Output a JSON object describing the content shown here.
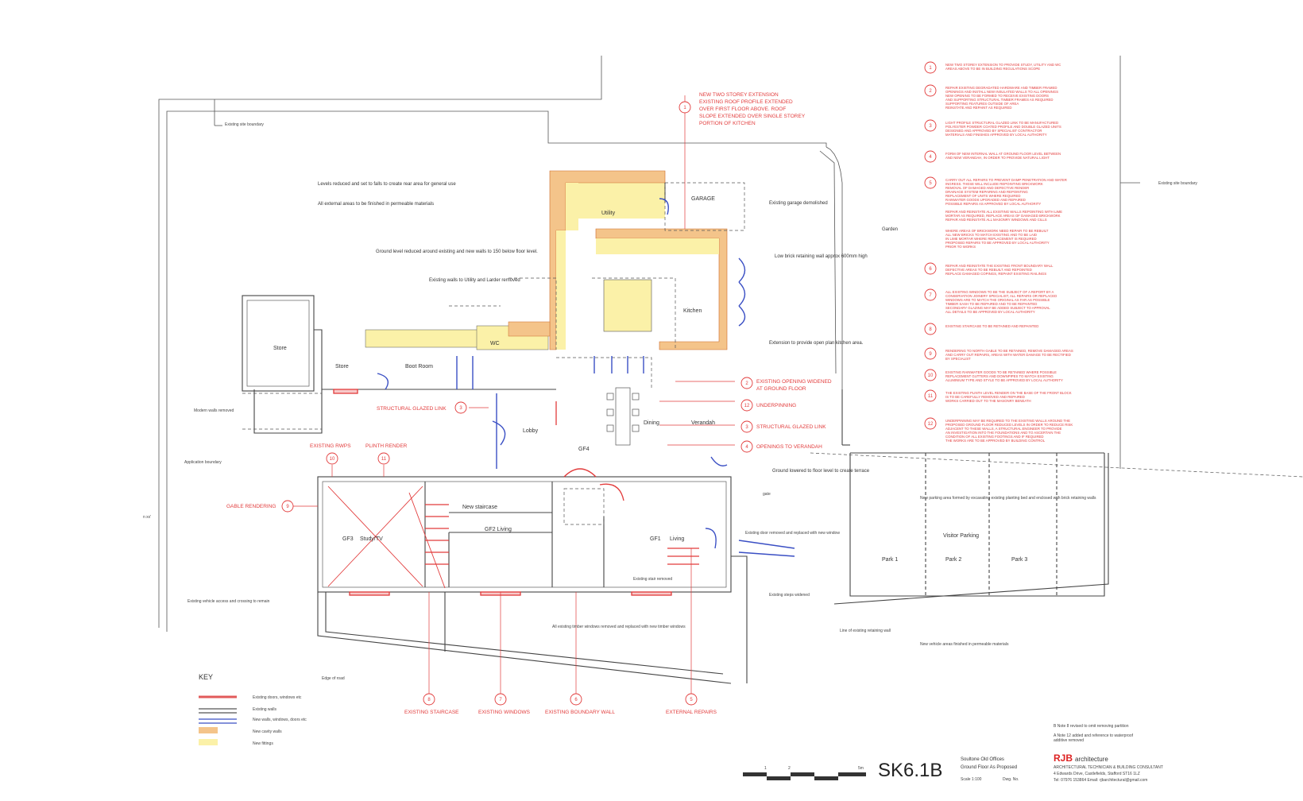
{
  "notes_top": [
    "Levels reduced and set to falls to create rear area for general use",
    "All external areas to be finished in permeable materials",
    "Ground level reduced around existing and new walls to 150 below floor level.",
    "Existing walls to Utility and Larder removed",
    "Existing site boundary",
    "Existing garage demolished",
    "Low brick retaining wall approx 600mm high",
    "Extension to provide open plan kitchen area.",
    "Garden",
    "Existing site boundary"
  ],
  "notes_left": [
    "Modern walls removed",
    "Application boundary",
    "Existing vehicle access and crossing to remain",
    "Edge of road"
  ],
  "notes_bottom": [
    "Ground lowered to floor level to create terrace",
    "gate",
    "New parking area formed by excavating existing planting bed and enclosed with brick retaining walls",
    "Existing door removed and replaced with new window",
    "Existing steps widened",
    "Existing stair removed",
    "All existing timber windows removed and replaced with new timber windows",
    "Line of existing retaining wall",
    "New vehicle areas finished in permeable materials"
  ],
  "rooms": {
    "utility": "Utility",
    "garage": "GARAGE",
    "kitchen": "Kitchen",
    "store1": "Store",
    "store2": "Store",
    "bootroom": "Boot Room",
    "wc": "WC",
    "lobby": "Lobby",
    "dining": "Dining",
    "verandah": "Verandah",
    "gf4": "GF4",
    "gf3": "GF3",
    "study": "Study/TV",
    "new_staircase": "New staircase",
    "gf2": "GF2 Living",
    "gf1": "GF1",
    "living": "Living",
    "visitor_parking": "Visitor Parking",
    "park1": "Park 1",
    "park2": "Park 2",
    "park3": "Park 3"
  },
  "red_callouts": {
    "c1_num": "1",
    "c1_lines": [
      "NEW TWO STOREY EXTENSION",
      "EXISTING ROOF PROFILE EXTENDED",
      "OVER FIRST FLOOR ABOVE. ROOF",
      "SLOPE EXTENDED OVER SINGLE STOREY",
      "PORTION OF KITCHEN"
    ],
    "c2_num": "2",
    "c2_lines": [
      "EXISTING OPENING WIDENED",
      "AT GROUND FLOOR"
    ],
    "c12_num": "12",
    "c12_text": "UNDERPINNING",
    "c3_num": "3",
    "c3_text": "STRUCTURAL GLAZED LINK",
    "c4_num": "4",
    "c4_text": "OPENINGS TO VERANDAH",
    "c3b_num": "3",
    "c3b_text": "STRUCTURAL GLAZED LINK",
    "c10_num": "10",
    "c10_text": "EXISTING RWPS",
    "c11_num": "11",
    "c11_text": "PLINTH RENDER",
    "c9_num": "9",
    "c9_text": "GABLE RENDERING",
    "c8_num": "8",
    "c8_text": "EXISTING STAIRCASE",
    "c7_num": "7",
    "c7_text": "EXISTING WINDOWS",
    "c6_num": "6",
    "c6_text": "EXISTING BOUNDARY WALL",
    "c5_num": "5",
    "c5_text": "EXTERNAL REPAIRS"
  },
  "right_notes": [
    {
      "num": "1",
      "lines": [
        "NEW TWO STOREY EXTENSION TO PROVIDE STUDY, UTILITY AND WC",
        "AREAS ABOVE TO BE IN BUILDING REGULATIONS SCOPE"
      ]
    },
    {
      "num": "2",
      "lines": [
        "REPAIR EXISTING DEGRADATED HARDWARE AND TIMBER FRAMED",
        "OPENINGS AND INSTALL NEW INSULATED WALLS TO ALL OPENINGS",
        "NEW OPENING TO BE FORMED TO RECEIVE EXISTING DOORS",
        "AND SUPPORTING STRUCTURAL TIMBER FRAMES AS REQUIRED",
        "SUPPORTING FEATURES OUTSIDE OF AREA",
        "REINSTATE AND REPAINT AS REQUIRED"
      ]
    },
    {
      "num": "3",
      "lines": [
        "LIGHT PROFILE STRUCTURAL GLAZED LINK TO BE MANUFACTURED",
        "POLYESTER POWDER COATED PROFILE AND DOUBLE GLAZED UNITS",
        "DESIGNED AND APPROVED BY SPECIALIST CONTRACTOR",
        "MATERIALS AND FINISHES APPROVED BY LOCAL AUTHORITY"
      ]
    },
    {
      "num": "4",
      "lines": [
        "FORM OF NEW INTERNAL WALL AT GROUND FLOOR LEVEL BETWEEN",
        "AND NEW VERANDAH, IN ORDER TO PROVIDE NATURAL LIGHT"
      ]
    },
    {
      "num": "5",
      "lines": [
        "CARRY OUT ALL REPAIRS TO PREVENT DAMP PENETRATION AND WATER",
        "INGRESS. THESE WILL INCLUDE REPOINTING BRICKWORK",
        "REMOVAL OF DAMAGED AND DEFECTIVE RENDER",
        "DRAINAGE SYSTEM REPAIRING AND REPOINTING",
        "REPLACEMENT OF UNITS WHERE REQUIRED",
        "RAINWATER GOODS UPGRADED AND REPAIRED",
        "POSSIBLE REPAIRS AS APPROVED BY LOCAL AUTHORITY"
      ]
    },
    {
      "num": "",
      "lines": [
        "REPAIR AND REINSTATE ALL EXISTING WALLS REPOINTING WITH LIME",
        "MORTAR AS REQUIRED, REPLACE AREAS OF DAMAGED BRICKWORK",
        "REPAIR AND REINSTATE ALL MASONRY WINDOWS AND CILLS"
      ]
    },
    {
      "num": "",
      "lines": [
        "WHERE AREAS OF BRICKWORK NEED REPAIR TO BE REBUILT",
        "ALL NEW BRICKS TO MATCH EXISTING AND TO BE LAID",
        "IN LIME MORTAR WHERE REPLACEMENT IS REQUIRED",
        "PROPOSED REPAIRS TO BE APPROVED BY LOCAL AUTHORITY",
        "PRIOR TO WORKS"
      ]
    },
    {
      "num": "6",
      "lines": [
        "REPAIR AND REINSTATE THE EXISTING FRONT BOUNDARY WALL",
        "DEFECTIVE AREAS TO BE REBUILT AND REPOINTED",
        "REPLACE DAMAGED COPINGS, REPAINT EXISTING RAILINGS"
      ]
    },
    {
      "num": "7",
      "lines": [
        "ALL EXISTING WINDOWS TO BE THE SUBJECT OF A REPORT BY A",
        "CONSERVATION JOINERY SPECIALIST, ALL REPAIRS OR REPLACED",
        "WINDOWS ARE TO MATCH THE ORIGINAL AS FAR AS POSSIBLE",
        "TIMBER SASH TO BE REPAIRED AND TO BE REPAINTED",
        "SECONDARY GLAZING MAY BE ADDED SUBJECT TO APPROVAL",
        "ALL DETAILS TO BE APPROVED BY LOCAL AUTHORITY"
      ]
    },
    {
      "num": "8",
      "lines": [
        "EXISTING STAIRCASE TO BE RETAINED AND REPAINTED"
      ]
    },
    {
      "num": "9",
      "lines": [
        "RENDERING TO NORTH GABLE TO BE RETAINED, REMOVE DAMAGED AREAS",
        "AND CARRY OUT REPAIRS, AREAS WITH WATER DAMAGE TO BE RECTIFIED",
        "BY SPECIALIST"
      ]
    },
    {
      "num": "10",
      "lines": [
        "EXISTING RAINWATER GOODS TO BE RETAINED WHERE POSSIBLE",
        "REPLACEMENT GUTTERS AND DOWNPIPES TO MATCH EXISTING",
        "ALUMINIUM TYPE AND STYLE TO BE APPROVED BY LOCAL AUTHORITY"
      ]
    },
    {
      "num": "11",
      "lines": [
        "THE EXISTING PLINTH LEVEL RENDER ON THE BASE OF THE FRONT BLOCK",
        "IS TO BE CAREFULLY REMOVED AND REPAIRED",
        "WORKS CARRIED OUT TO THE MASONRY BENEATH"
      ]
    },
    {
      "num": "12",
      "lines": [
        "UNDERPINNING MAY BE REQUIRED TO THE EXISTING WALLS AROUND THE",
        "PROPOSED GROUND FLOOR REDUCED LEVELS IN ORDER TO REDUCE RISK",
        "ADJACENT TO THESE WALLS, A STRUCTURAL ENGINEER TO PROVIDE",
        "AN INVESTIGATION INTO THE FOUNDATIONS AND TO ASCERTAIN THE",
        "CONDITION OF ALL EXISTING FOOTINGS AND IF REQUIRED",
        "THE WORKS ARE TO BE APPROVED BY BUILDING CONTROL"
      ]
    }
  ],
  "key": {
    "title": "KEY",
    "items": [
      "Existing doors, windows etc",
      "Existing walls",
      "New walls, windows, doors etc",
      "New cavity walls",
      "New fittings"
    ],
    "colors": [
      "#e25a5a",
      "#555555",
      "#3a4fc4",
      "#f4c48a",
      "#fbf1a8"
    ]
  },
  "revisions": [
    "B  Note 8 revised to omit removing partition",
    "A  Note 12 added and reference to waterproof",
    "    additive removed"
  ],
  "title_block": {
    "drawing_no": "SK6.1B",
    "project": "Soultone Old Offices",
    "title": "Ground Floor As Proposed",
    "scale": "Scale 1:100",
    "dwg_no_label": "Dwg. No.",
    "scale_bar_labels": [
      "1",
      "2",
      "5m"
    ],
    "company_bold": "RJB",
    "company": "architecture",
    "company_desc": "ARCHITECTURAL TECHNICIAN & BUILDING CONSULTANT",
    "address": "4 Edwards Drive, Castlefields, Stafford ST16 1LZ",
    "contact": "Tel: 07976 153864   Email: rjbarchitectural@gmail.com"
  },
  "edge_marks": {
    "left_mark": "n\nxx'"
  }
}
